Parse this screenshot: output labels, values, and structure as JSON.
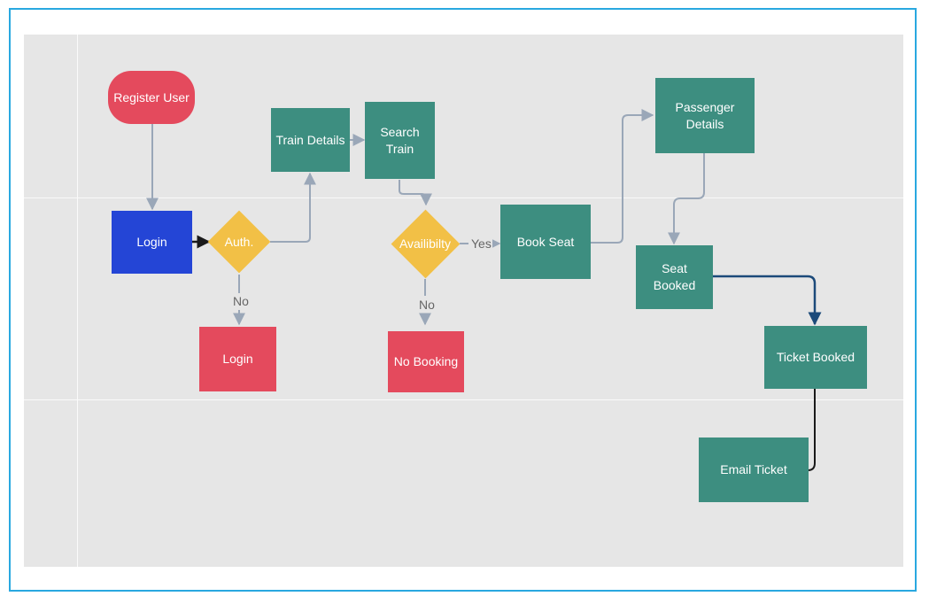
{
  "colors": {
    "frame_border": "#29a8e0",
    "canvas": "#e6e6e6",
    "process": "#3d8e80",
    "terminal": "#e44a5d",
    "login": "#2445d6",
    "decision": "#f2c046",
    "connector": "#9aa7b8",
    "connector_dark": "#1a1a1a",
    "connector_blue": "#1c4a7a"
  },
  "nodes": {
    "register_user": "Register User",
    "login": "Login",
    "auth": "Auth.",
    "login_failed": "Login",
    "train_details": "Train Details",
    "search_train": "Search Train",
    "availability": "Availibilty",
    "no_booking": "No Booking",
    "book_seat": "Book Seat",
    "passenger_details": "Passenger Details",
    "seat_booked": "Seat Booked",
    "ticket_booked": "Ticket Booked",
    "email_ticket": "Email Ticket"
  },
  "edge_labels": {
    "auth_no": "No",
    "availability_no": "No",
    "availability_yes": "Yes"
  }
}
